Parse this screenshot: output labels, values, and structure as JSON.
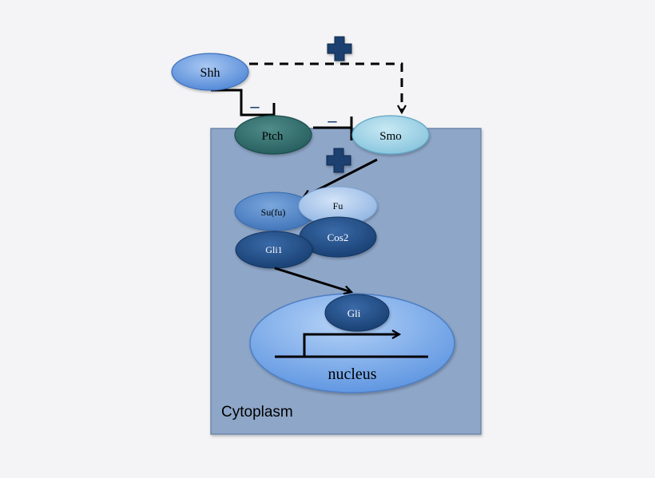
{
  "nodes": {
    "shh": "Shh",
    "ptch": "Ptch",
    "smo": "Smo",
    "sufu": "Su(fu)",
    "fu": "Fu",
    "cos2": "Cos2",
    "gli1": "Gli1",
    "gli": "Gli"
  },
  "labels": {
    "nucleus": "nucleus",
    "cytoplasm": "Cytoplasm"
  },
  "signs": {
    "minus": "–",
    "plus": "+"
  },
  "colors": {
    "cell_fill": "#8ea6c8",
    "cell_border": "#6f87ab",
    "shh": "#5b8fdc",
    "ptch": "#2f6e6e",
    "smo": "#9bd2e6",
    "sufu": "#4e84c8",
    "fu": "#9ec0e8",
    "cos2": "#1f4a80",
    "gli1": "#23528e",
    "gli": "#23528e",
    "nucleus": "#6a9fe6",
    "plus_sign": "#1d4170"
  }
}
